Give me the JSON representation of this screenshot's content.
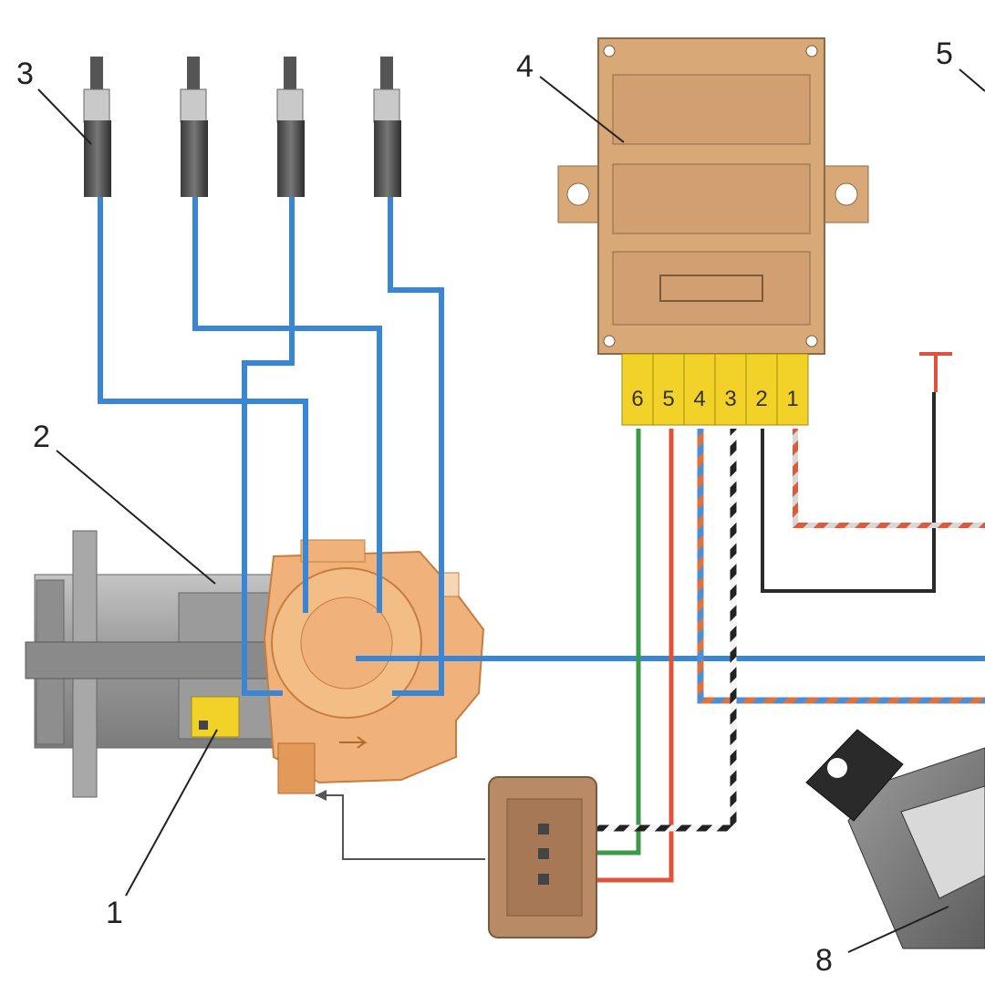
{
  "callouts": {
    "c1": "1",
    "c2": "2",
    "c3": "3",
    "c4": "4",
    "c5": "5",
    "c8": "8"
  },
  "connector_pins": [
    "6",
    "5",
    "4",
    "3",
    "2",
    "1"
  ],
  "colors": {
    "hv_wire": "#3a86d6",
    "ecu_body": "#d9a877",
    "connector": "#f2d229",
    "distributor": "#f0b27a",
    "housing": "#a9a9a9",
    "wire_green": "#3b9a48",
    "wire_red": "#e0533a",
    "wire_black": "#2b2b2b"
  }
}
